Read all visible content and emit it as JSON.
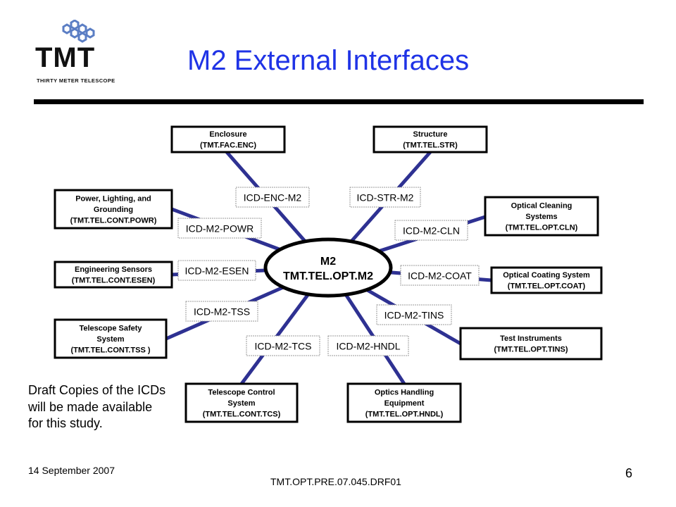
{
  "logo": {
    "text": "TMT",
    "subtitle": "THIRTY METER TELESCOPE",
    "icon": "hexagon-segments-icon",
    "color": "#5b7ec4"
  },
  "title": "M2 External Interfaces",
  "colors": {
    "title": "#1f33e6",
    "connector": "#2e3192",
    "box_border": "#000000",
    "label_border": "#999999"
  },
  "center": {
    "line1": "M2",
    "line2": "TMT.TEL.OPT.M2"
  },
  "nodes": [
    {
      "id": "enc",
      "lines": [
        "Enclosure",
        "(TMT.FAC.ENC)"
      ],
      "icd": "ICD-ENC-M2"
    },
    {
      "id": "str",
      "lines": [
        "Structure",
        "(TMT.TEL.STR)"
      ],
      "icd": "ICD-STR-M2"
    },
    {
      "id": "powr",
      "lines": [
        "Power, Lighting, and",
        "Grounding",
        "(TMT.TEL.CONT.POWR)"
      ],
      "icd": "ICD-M2-POWR"
    },
    {
      "id": "cln",
      "lines": [
        "Optical Cleaning",
        "Systems",
        "(TMT.TEL.OPT.CLN)"
      ],
      "icd": "ICD-M2-CLN"
    },
    {
      "id": "esen",
      "lines": [
        "Engineering Sensors",
        "(TMT.TEL.CONT.ESEN)"
      ],
      "icd": "ICD-M2-ESEN"
    },
    {
      "id": "coat",
      "lines": [
        "Optical Coating System",
        "(TMT.TEL.OPT.COAT)"
      ],
      "icd": "ICD-M2-COAT"
    },
    {
      "id": "tss",
      "lines": [
        "Telescope Safety",
        "System",
        "(TMT.TEL.CONT.TSS )"
      ],
      "icd": "ICD-M2-TSS"
    },
    {
      "id": "tins",
      "lines": [
        "Test Instruments",
        "(TMT.TEL.OPT.TINS)"
      ],
      "icd": "ICD-M2-TINS"
    },
    {
      "id": "tcs",
      "lines": [
        "Telescope Control",
        "System",
        "(TMT.TEL.CONT.TCS)"
      ],
      "icd": "ICD-M2-TCS"
    },
    {
      "id": "hndl",
      "lines": [
        "Optics Handling",
        "Equipment",
        "(TMT.TEL.OPT.HNDL)"
      ],
      "icd": "ICD-M2-HNDL"
    }
  ],
  "note": "Draft Copies of the ICDs will be made available for this study.",
  "footer": {
    "date": "14 September 2007",
    "doc_id": "TMT.OPT.PRE.07.045.DRF01",
    "page": "6"
  }
}
